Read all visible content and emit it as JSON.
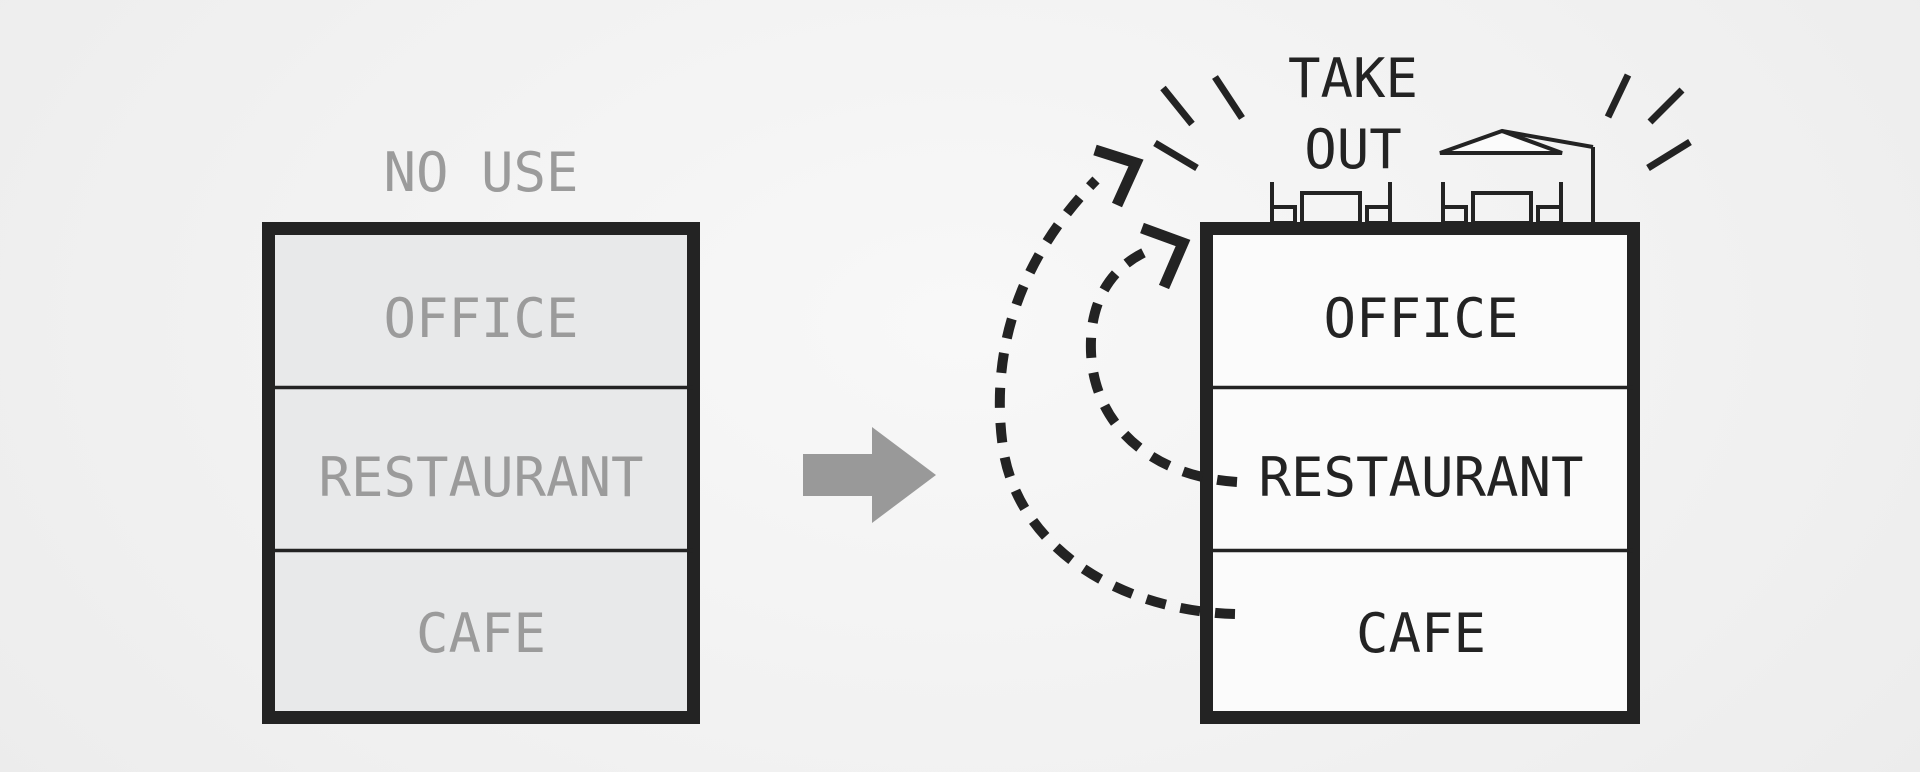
{
  "before_building": {
    "caption": "NO USE",
    "floors": [
      "OFFICE",
      "RESTAURANT",
      "CAFE"
    ]
  },
  "after_building": {
    "caption_line1": "TAKE",
    "caption_line2": "OUT",
    "floors": [
      "OFFICE",
      "RESTAURANT",
      "CAFE"
    ]
  },
  "colors": {
    "ink": "#232323",
    "muted": "#9b9b9b",
    "before_fill": "#e8e9ea",
    "after_fill": "#fbfbfb",
    "arrow": "#999999"
  }
}
